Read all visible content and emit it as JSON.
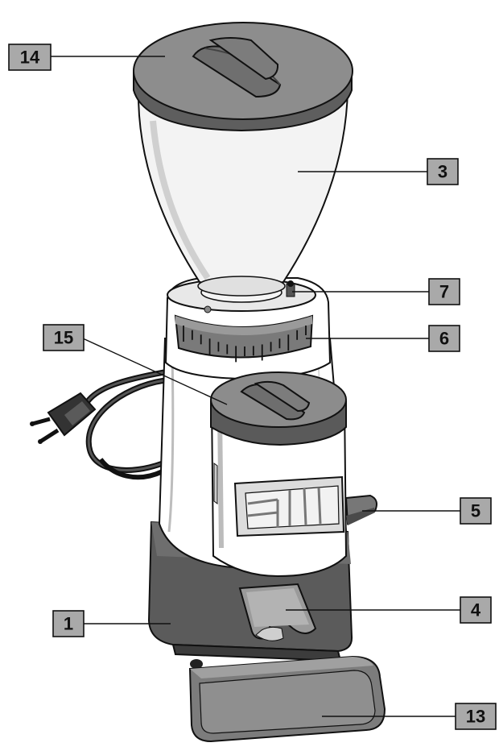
{
  "callouts": [
    {
      "id": "14",
      "label": "14"
    },
    {
      "id": "3",
      "label": "3"
    },
    {
      "id": "7",
      "label": "7"
    },
    {
      "id": "6",
      "label": "6"
    },
    {
      "id": "15",
      "label": "15"
    },
    {
      "id": "5",
      "label": "5"
    },
    {
      "id": "4",
      "label": "4"
    },
    {
      "id": "1",
      "label": "1"
    },
    {
      "id": "13",
      "label": "13"
    }
  ],
  "colors": {
    "label_fill": "#a9a9a9",
    "outline": "#111111",
    "lid_grey": "#8c8c8c",
    "base_dark": "#585858",
    "tray_grey": "#7d7d7d",
    "body_white": "#ffffff"
  }
}
